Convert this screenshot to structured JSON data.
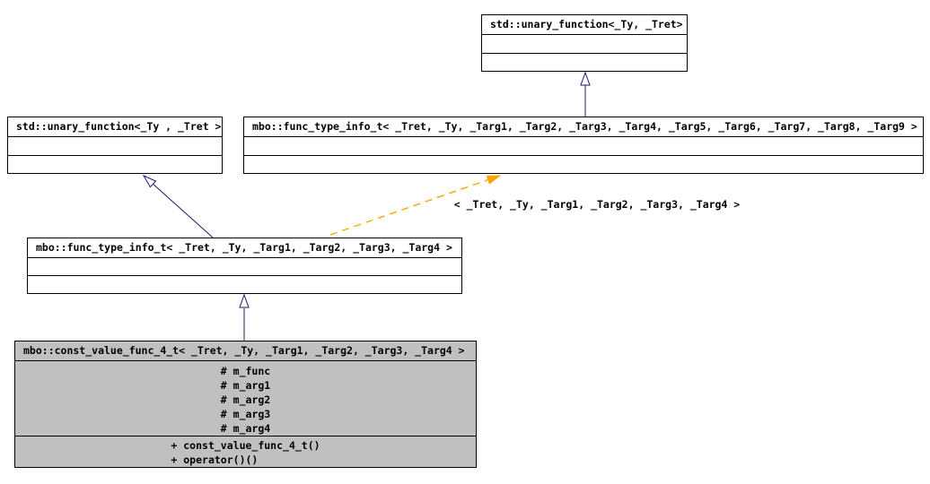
{
  "diagram": {
    "type": "uml-class-inheritance-diagram",
    "colors": {
      "background": "#ffffff",
      "box_border": "#000000",
      "box_fill": "#ffffff",
      "focus_box_fill": "#c0c0c0",
      "inheritance_arrow": "#191970",
      "template_arrow": "#ffa500",
      "text": "#000000"
    },
    "nodes": [
      {
        "title": "std::unary_function<_Ty, _Tret>"
      },
      {
        "title": "std::unary_function<_Ty , _Tret >"
      },
      {
        "title": "mbo::func_type_info_t< _Tret, _Ty, _Targ1, _Targ2, _Targ3, _Targ4, _Targ5, _Targ6, _Targ7, _Targ8, _Targ9 >"
      },
      {
        "title": "mbo::func_type_info_t< _Tret, _Ty, _Targ1, _Targ2, _Targ3, _Targ4 >"
      },
      {
        "title": "mbo::const_value_func_4_t< _Tret, _Ty, _Targ1, _Targ2, _Targ3, _Targ4 >",
        "attributes": [
          "# m_func",
          "# m_arg1",
          "# m_arg2",
          "# m_arg3",
          "# m_arg4"
        ],
        "methods": [
          "+ const_value_func_4_t()",
          "+ operator()()"
        ]
      }
    ],
    "edges": [
      {
        "from": "mbo::func_type_info_t< _Tret, _Ty, _Targ1, _Targ2, _Targ3, _Targ4, _Targ5, _Targ6, _Targ7, _Targ8, _Targ9 >",
        "to": "std::unary_function<_Ty, _Tret>",
        "type": "inheritance"
      },
      {
        "from": "mbo::func_type_info_t< _Tret, _Ty, _Targ1, _Targ2, _Targ3, _Targ4 >",
        "to": "std::unary_function<_Ty , _Tret >",
        "type": "inheritance"
      },
      {
        "from": "mbo::func_type_info_t< _Tret, _Ty, _Targ1, _Targ2, _Targ3, _Targ4 >",
        "to": "mbo::func_type_info_t< _Tret, _Ty, _Targ1, _Targ2, _Targ3, _Targ4, _Targ5, _Targ6, _Targ7, _Targ8, _Targ9 >",
        "type": "template-instantiation",
        "label": "< _Tret, _Ty, _Targ1, _Targ2, _Targ3, _Targ4 >"
      },
      {
        "from": "mbo::const_value_func_4_t< _Tret, _Ty, _Targ1, _Targ2, _Targ3, _Targ4 >",
        "to": "mbo::func_type_info_t< _Tret, _Ty, _Targ1, _Targ2, _Targ3, _Targ4 >",
        "type": "inheritance"
      }
    ],
    "template_edge_label": "< _Tret, _Ty, _Targ1, _Targ2, _Targ3, _Targ4 >"
  }
}
